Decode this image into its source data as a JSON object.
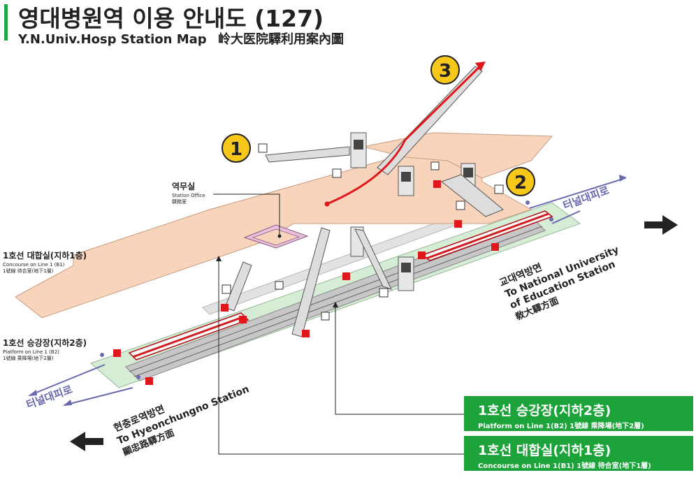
{
  "header": {
    "title_ko": "영대병원역 이용 안내도 (127)",
    "title_en": "Y.N.Univ.Hosp Station Map",
    "title_cjk": "岭大医院驛利用案內圖"
  },
  "exits": [
    {
      "number": "1"
    },
    {
      "number": "2"
    },
    {
      "number": "3"
    }
  ],
  "station_office": {
    "ko": "역무실",
    "en": "Station Office",
    "cjk": "驛務室"
  },
  "concourse_label": {
    "ko": "1호선 대합실(지하1층)",
    "en": "Concourse on Line 1 (B1)",
    "cjk": "1號線 待合室(地下1層)"
  },
  "platform_label": {
    "ko": "1호선 승강장(지하2층)",
    "en": "Platform on Line 1 (B2)",
    "cjk": "1號線 乘降場(地下2層)"
  },
  "tunnel_left": "터널대피로",
  "tunnel_right": "터널대피로",
  "direction_left": {
    "ko": "현충로역방면",
    "en": "To Hyeonchungno Station",
    "cjk": "顯忠路驛方面"
  },
  "direction_right": {
    "ko": "교대역방면",
    "en1": "To National University",
    "en2": "of Education Station",
    "cjk": "敎大驛方面"
  },
  "legend": {
    "platform": {
      "main": "1호선 승강장(지하2층)",
      "sub": "Platform on Line 1(B2)  1號線 乘降場(地下2層)"
    },
    "concourse": {
      "main": "1호선 대합실(지하1층)",
      "sub": "Concourse on Line 1(B1)  1號線 待合室(地下1層)"
    }
  },
  "colors": {
    "concourse_floor": "#f7d4bb",
    "platform_floor": "#d5ecd5",
    "exit_circle": "#f7c81a",
    "route_line": "#e0181b",
    "legend_green": "#1ca33a",
    "tunnel_arrow": "#6a6aae"
  }
}
